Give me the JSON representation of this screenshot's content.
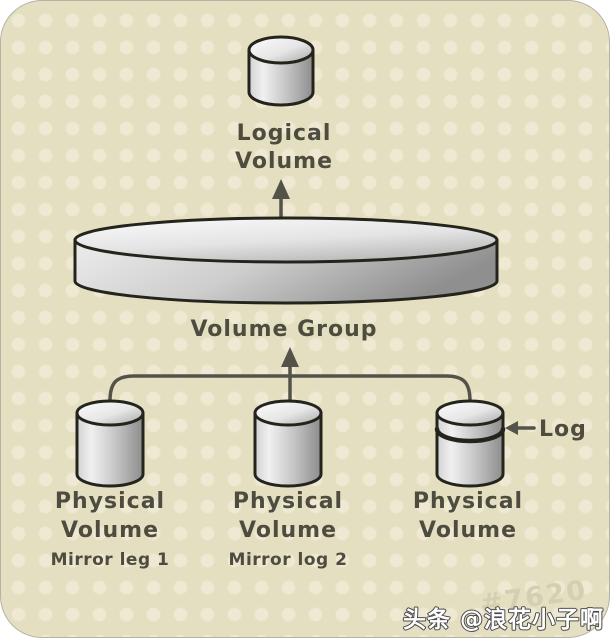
{
  "diagram": {
    "logical_volume": {
      "name": [
        "Logical",
        "Volume"
      ]
    },
    "volume_group": {
      "name": "Volume Group"
    },
    "physical_volumes": [
      {
        "name": [
          "Physical",
          "Volume"
        ],
        "caption": "Mirror leg 1"
      },
      {
        "name": [
          "Physical",
          "Volume"
        ],
        "caption": "Mirror log 2"
      },
      {
        "name": [
          "Physical",
          "Volume"
        ],
        "tag": "Log"
      }
    ]
  },
  "watermarks": {
    "figure_id": "#7620",
    "credit": "头条 @浪花小子啊"
  },
  "colors": {
    "panel_background": "#e5dfc2",
    "panel_dots": "#efe9d3",
    "panel_border": "#b5b2a4",
    "label_text": "#4d4c3f",
    "connector_line": "#54534a",
    "cylinder_outline": "#24241c",
    "figure_id_watermark": "#d4ceb2",
    "credit_fill": "#ffffff",
    "credit_outline": "#4b4b4b"
  }
}
